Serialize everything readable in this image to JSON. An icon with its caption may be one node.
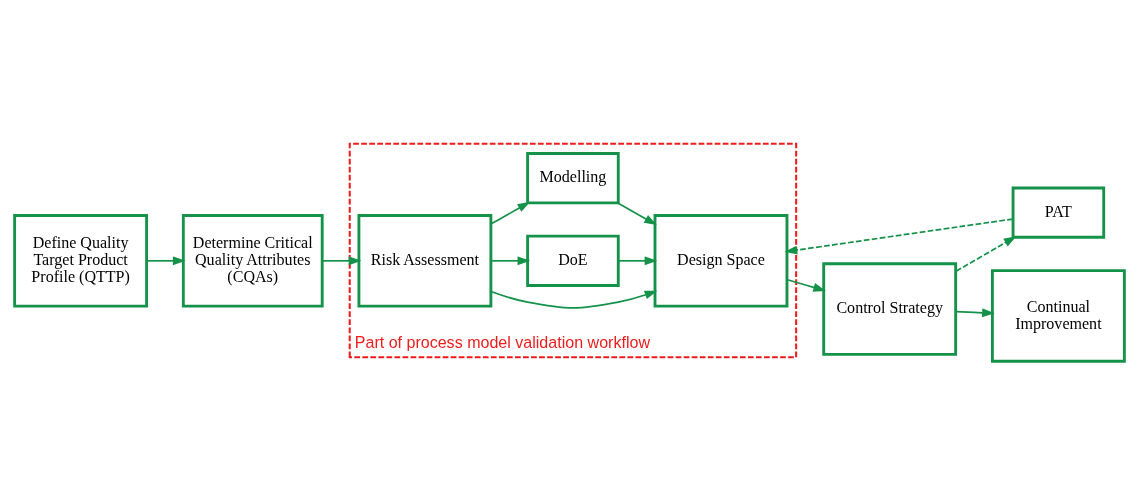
{
  "diagram": {
    "nodes": [
      {
        "text": [
          "Define Quality Target Product Profile (QTTP)"
        ]
      },
      {
        "text": [
          "Determine Critical Quality Attributes (CQAs)"
        ]
      },
      {
        "text": [
          "Part of process model validation workflow"
        ]
      },
      {
        "text": [
          "Risk Assessment"
        ],
        "in": 2
      },
      {
        "text": [
          "Design Space"
        ],
        "in": 2
      },
      {
        "text": [
          "DoE"
        ],
        "in": 2
      },
      {
        "text": [
          "Modelling"
        ],
        "in": 2
      },
      {
        "text": [
          "PAT"
        ]
      },
      {
        "text": [
          "Control Strategy"
        ]
      },
      {
        "text": [
          "Continual Improvement"
        ]
      }
    ],
    "edges": [
      {
        "from": 0,
        "to": 1,
        "arrow": "to"
      },
      {
        "from": 1,
        "to": 3,
        "arrow": "to"
      },
      {
        "from": 3,
        "to": 4,
        "arrow": "to"
      },
      {
        "from": 3,
        "to": 5,
        "arrow": "to"
      },
      {
        "from": 3,
        "to": 6,
        "arrow": "to"
      },
      {
        "from": 5,
        "to": 4,
        "arrow": "to"
      },
      {
        "from": 6,
        "to": 4,
        "arrow": "to"
      },
      {
        "from": 4,
        "to": 8,
        "arrow": "to"
      },
      {
        "from": 8,
        "to": 9,
        "arrow": "to"
      },
      {
        "from": 8,
        "to": 7,
        "arrow": "to",
        "style": "dashed"
      },
      {
        "from": 7,
        "to": 4,
        "arrow": "to",
        "style": "dashed"
      }
    ]
  }
}
